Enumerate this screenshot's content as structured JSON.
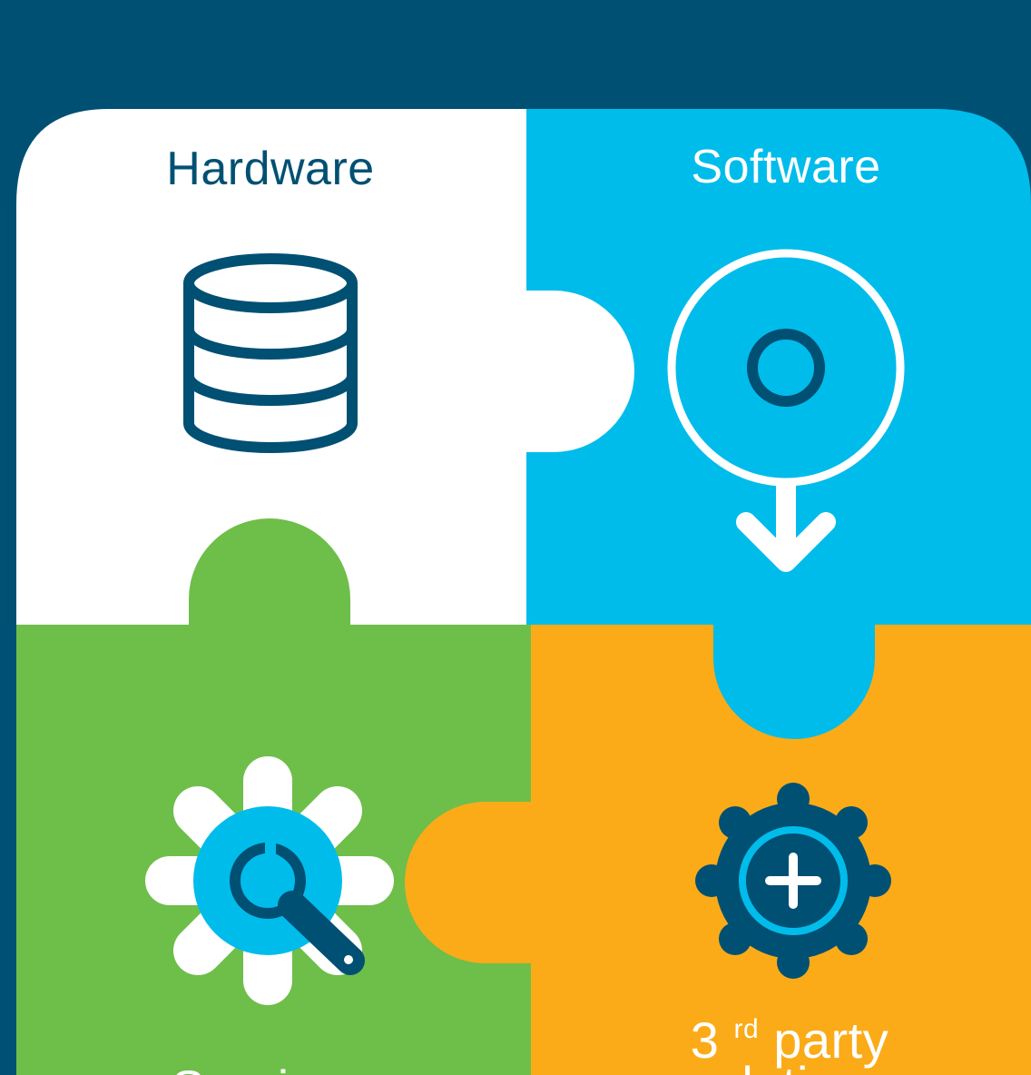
{
  "colors": {
    "background": "#005073",
    "hardware_tile": "#ffffff",
    "software_tile": "#00bceb",
    "services_tile": "#6ebe4a",
    "third_party_tile": "#fbab18",
    "dark_icon": "#005073",
    "light_icon": "#ffffff"
  },
  "pieces": {
    "hardware": {
      "label": "Hardware",
      "icon": "database-icon"
    },
    "software": {
      "label": "Software",
      "icon": "disc-download-icon"
    },
    "services": {
      "label": "Services",
      "icon": "gear-wrench-icon"
    },
    "third_party": {
      "label_line1_number": "3",
      "label_line1_superscript": "rd",
      "label_line1_rest": " party",
      "label_line2": "solutions",
      "icon": "gear-plus-icon"
    }
  }
}
